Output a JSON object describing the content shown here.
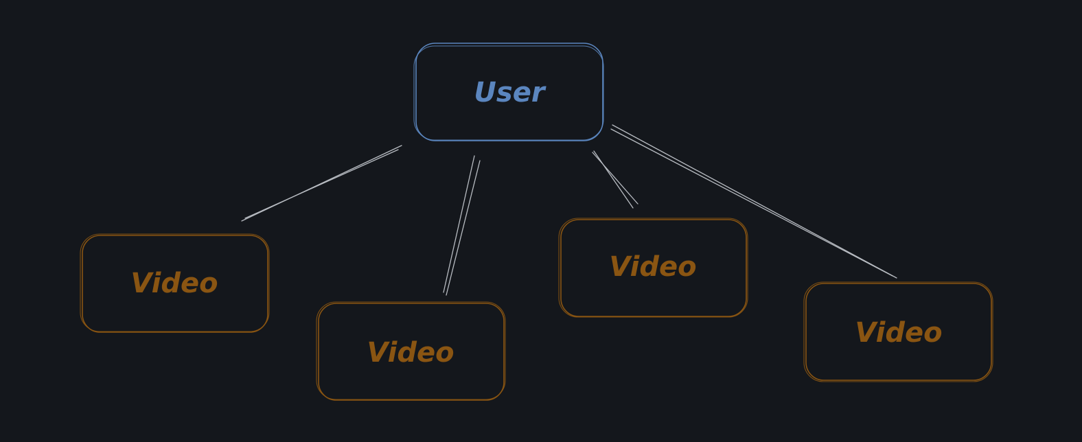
{
  "diagram": {
    "colors": {
      "background": "#14171c",
      "user": "#5b86bf",
      "video": "#8a5512",
      "connector": "#b8bcc2"
    },
    "root": {
      "label": "User"
    },
    "children": [
      {
        "label": "Video"
      },
      {
        "label": "Video"
      },
      {
        "label": "Video"
      },
      {
        "label": "Video"
      }
    ]
  }
}
